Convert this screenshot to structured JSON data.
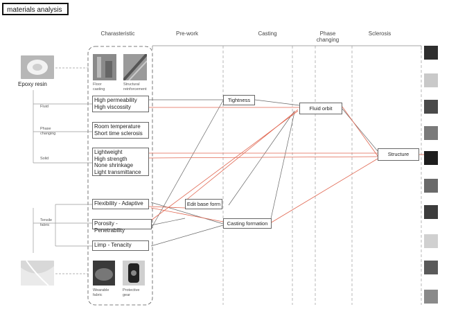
{
  "title": "materials analysis",
  "columns": {
    "characteristic": "Charasteristic",
    "prework": "Pre-work",
    "casting": "Casting",
    "phase": "Phase\nchanging",
    "sclerosis": "Sclerosis"
  },
  "materials": {
    "epoxy": "Epoxy resin",
    "fluid": "Fluid",
    "phase_changing": "Phase\nchanging",
    "solid": "Solid",
    "tensile_fabric": "Tensile\nfabric"
  },
  "top_images": {
    "floor_casting": "Floor\ncasting",
    "structural_reinforcement": "Structural\nreinforcement"
  },
  "bottom_images": {
    "wearable_fabric": "Wearable\nfabric",
    "protective_gear": "Protective\ngear"
  },
  "characteristics": {
    "fluid": [
      "High permeability",
      "High viscossity"
    ],
    "phase": [
      "Room temperature",
      "Short time sclerosis"
    ],
    "solid": [
      "Lightweight",
      "High strength",
      "None shrinkage",
      "Light transmittance"
    ],
    "flex": "Flexibility - Adaptive",
    "porosity": "Porosity - Penetrability",
    "limp": "Limp - Tenacity"
  },
  "nodes": {
    "tightness": "Tightness",
    "fluid_orbit": "Fluid orbit",
    "structure": "Structure",
    "edit_base_form": "Edit base form",
    "casting_formation": "Casting formation"
  },
  "colors": {
    "red": "#e0654f",
    "gray": "#666666"
  }
}
